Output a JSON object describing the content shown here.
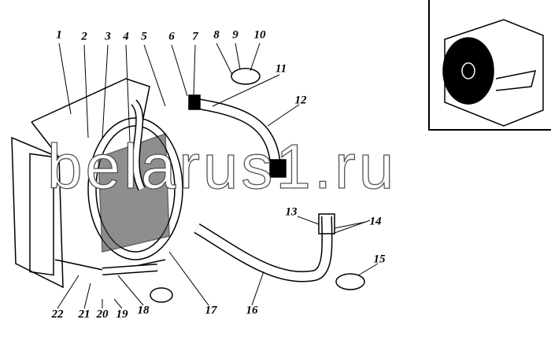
{
  "diagram": {
    "callouts": [
      "1",
      "2",
      "3",
      "4",
      "5",
      "6",
      "7",
      "8",
      "9",
      "10",
      "11",
      "12",
      "13",
      "14",
      "15",
      "16",
      "17",
      "18",
      "19",
      "20",
      "21",
      "22"
    ],
    "watermark": "belarus1.ru"
  }
}
